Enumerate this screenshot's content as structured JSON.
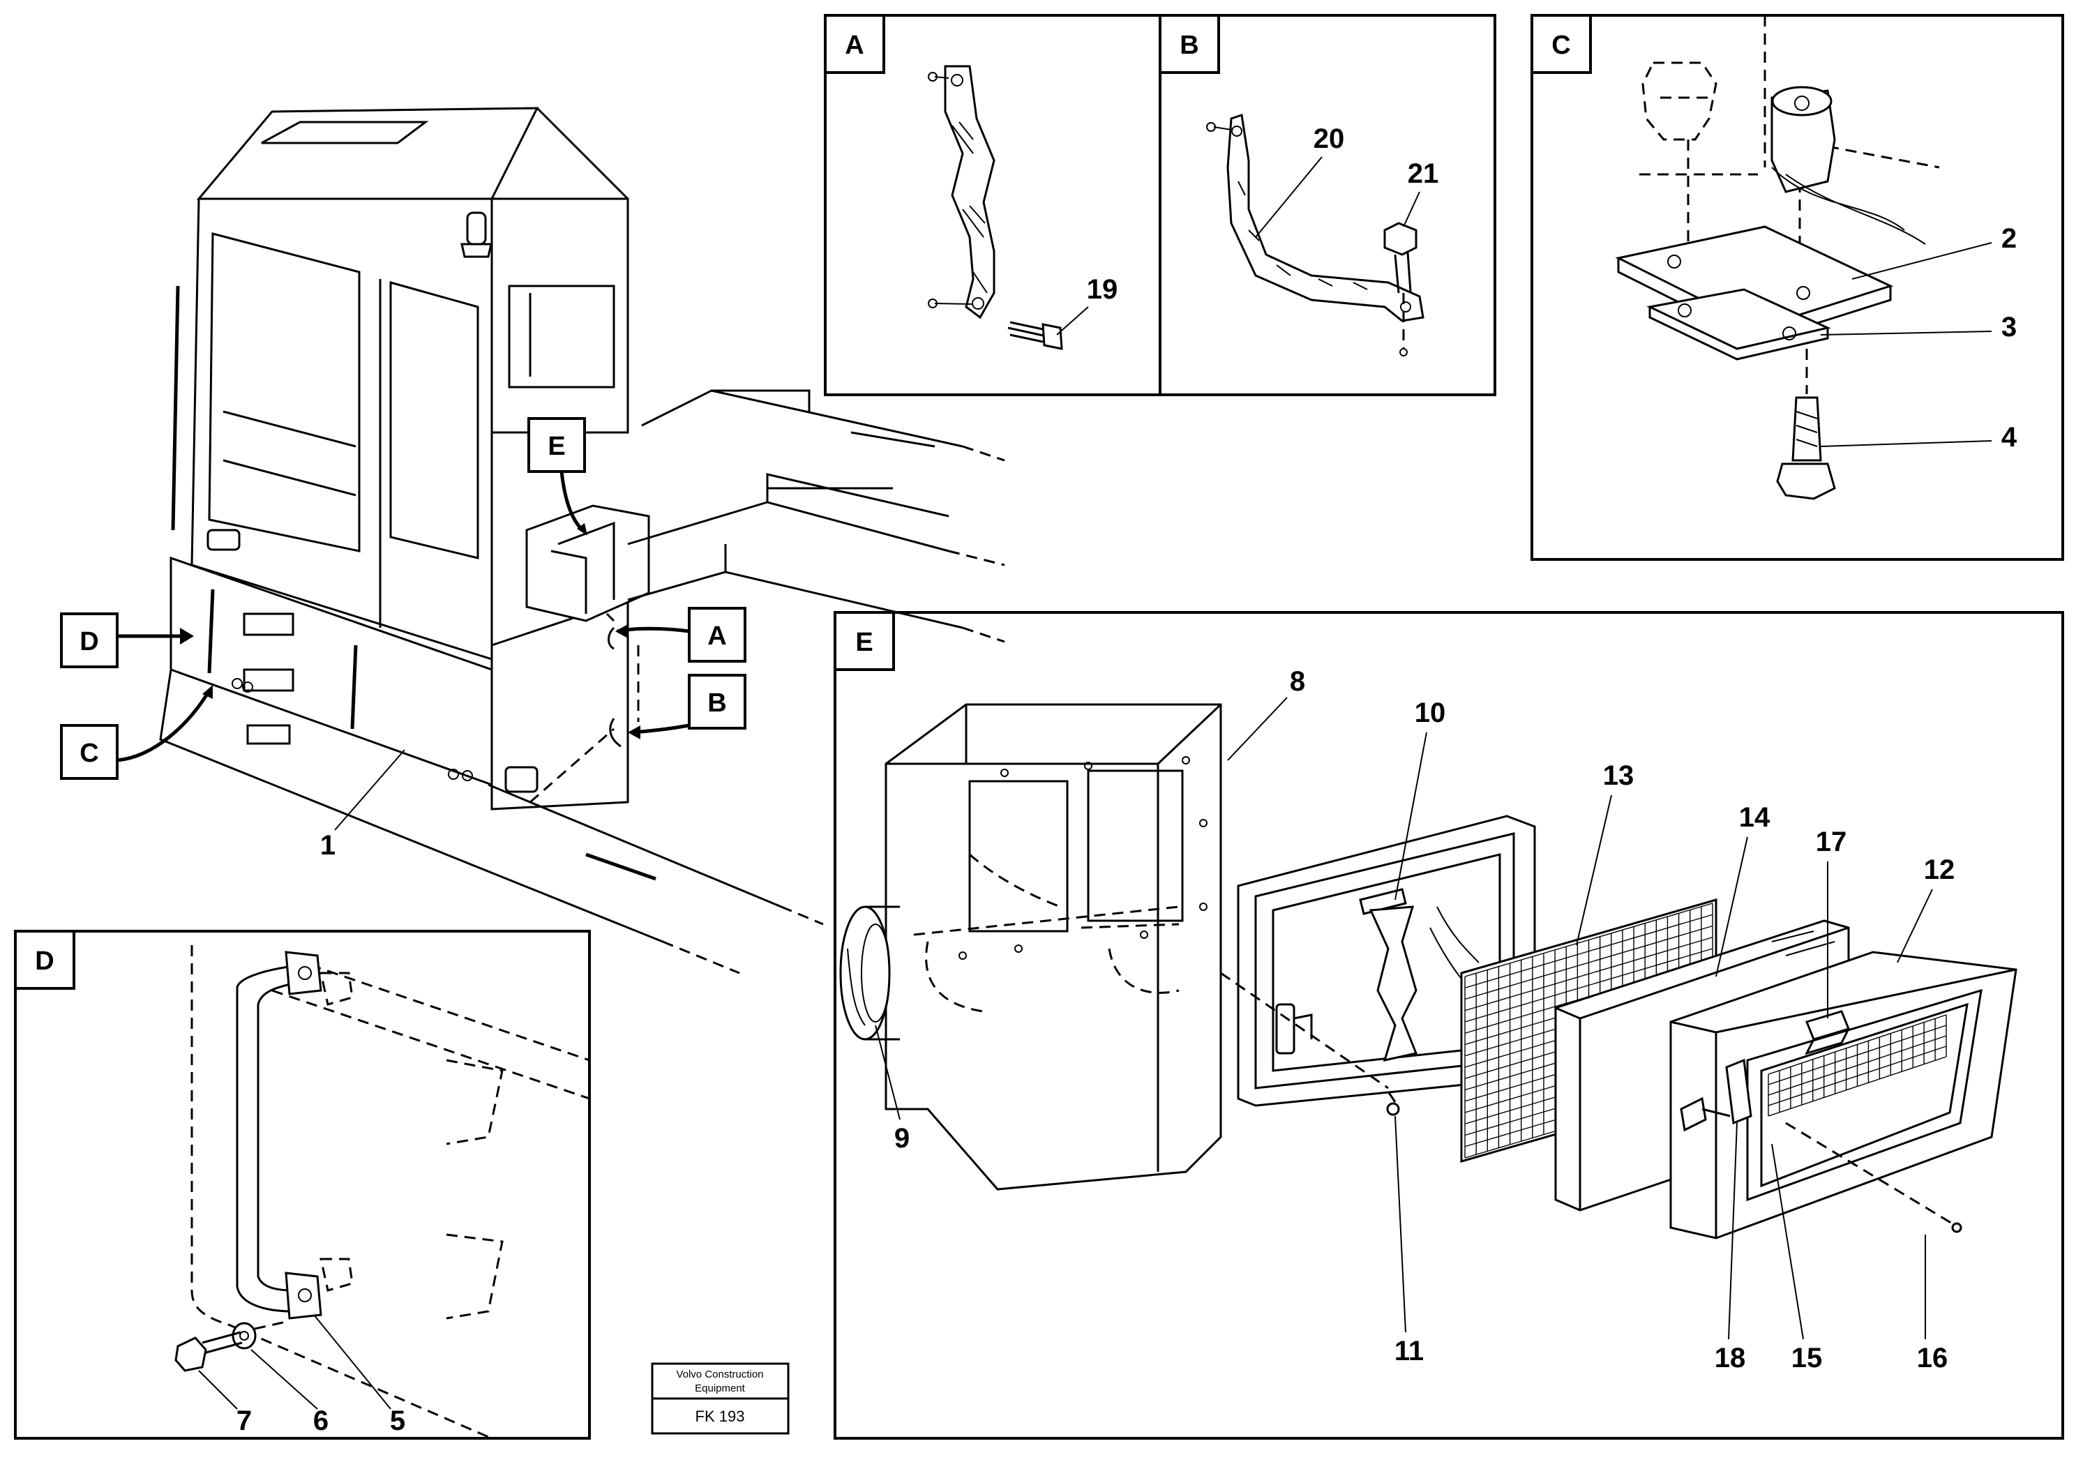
{
  "panels": {
    "A": {
      "tag": "A"
    },
    "B": {
      "tag": "B"
    },
    "C": {
      "tag": "C"
    },
    "D": {
      "tag": "D"
    },
    "E": {
      "tag": "E"
    }
  },
  "callouts": {
    "main": {
      "A": "A",
      "B": "B",
      "C": "C",
      "D": "D",
      "E": "E"
    }
  },
  "parts": {
    "p1": "1",
    "p2": "2",
    "p3": "3",
    "p4": "4",
    "p5": "5",
    "p6": "6",
    "p7": "7",
    "p8": "8",
    "p9": "9",
    "p10": "10",
    "p11": "11",
    "p12": "12",
    "p13": "13",
    "p14": "14",
    "p15": "15",
    "p16": "16",
    "p17": "17",
    "p18": "18",
    "p19": "19",
    "p20": "20",
    "p21": "21"
  },
  "stamp": {
    "line1": "Volvo Construction",
    "line2": "Equipment",
    "code": "FK 193"
  }
}
